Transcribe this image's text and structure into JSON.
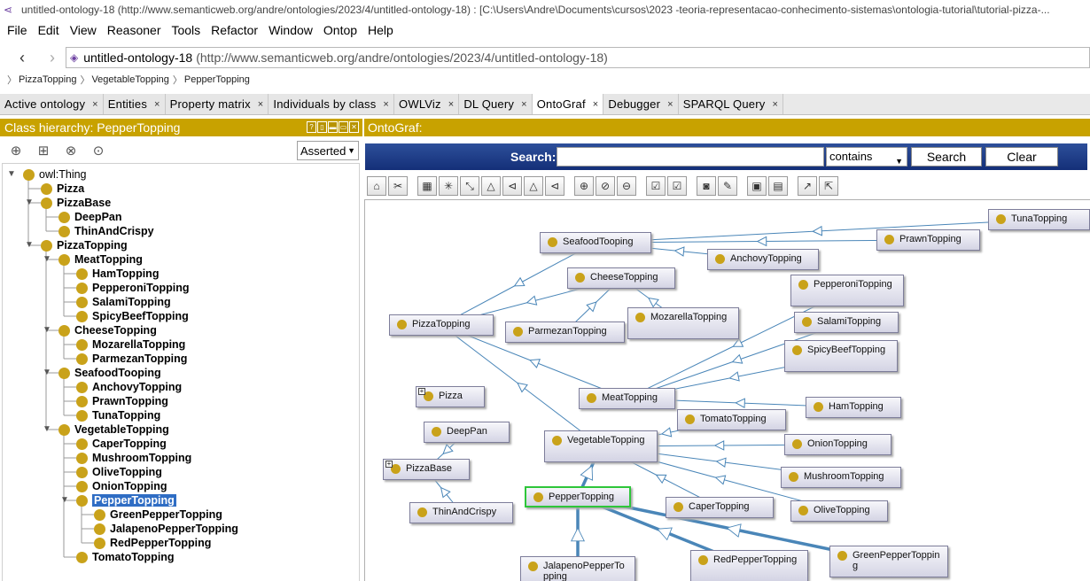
{
  "window": {
    "title": "untitled-ontology-18 (http://www.semanticweb.org/andre/ontologies/2023/4/untitled-ontology-18)  : [C:\\Users\\Andre\\Documents\\cursos\\2023 -teoria-representacao-conhecimento-sistemas\\ontologia-tutorial\\tutorial-pizza-..."
  },
  "menu": [
    "File",
    "Edit",
    "View",
    "Reasoner",
    "Tools",
    "Refactor",
    "Window",
    "Ontop",
    "Help"
  ],
  "address": {
    "name": "untitled-ontology-18",
    "uri": "(http://www.semanticweb.org/andre/ontologies/2023/4/untitled-ontology-18)"
  },
  "breadcrumbs": [
    "PizzaTopping",
    "VegetableTopping",
    "PepperTopping"
  ],
  "tabs": [
    {
      "label": "Active ontology",
      "active": false
    },
    {
      "label": "Entities",
      "active": false
    },
    {
      "label": "Property matrix",
      "active": false
    },
    {
      "label": "Individuals by class",
      "active": false
    },
    {
      "label": "OWLViz",
      "active": false
    },
    {
      "label": "DL Query",
      "active": false
    },
    {
      "label": "OntoGraf",
      "active": true
    },
    {
      "label": "Debugger",
      "active": false
    },
    {
      "label": "SPARQL Query",
      "active": false
    }
  ],
  "tab_close_glyph": "×",
  "left_panel": {
    "title": "Class hierarchy: PepperTopping",
    "view_mode": "Asserted",
    "tree": [
      {
        "label": "owl:Thing",
        "depth": 0,
        "expanded": true,
        "root": true
      },
      {
        "label": "Pizza",
        "depth": 1
      },
      {
        "label": "PizzaBase",
        "depth": 1,
        "expanded": true
      },
      {
        "label": "DeepPan",
        "depth": 2
      },
      {
        "label": "ThinAndCrispy",
        "depth": 2
      },
      {
        "label": "PizzaTopping",
        "depth": 1,
        "expanded": true
      },
      {
        "label": "MeatTopping",
        "depth": 2,
        "expanded": true
      },
      {
        "label": "HamTopping",
        "depth": 3
      },
      {
        "label": "PepperoniTopping",
        "depth": 3
      },
      {
        "label": "SalamiTopping",
        "depth": 3
      },
      {
        "label": "SpicyBeefTopping",
        "depth": 3
      },
      {
        "label": "CheeseTopping",
        "depth": 2,
        "expanded": true
      },
      {
        "label": "MozarellaTopping",
        "depth": 3
      },
      {
        "label": "ParmezanTopping",
        "depth": 3
      },
      {
        "label": "SeafoodTooping",
        "depth": 2,
        "expanded": true
      },
      {
        "label": "AnchovyTopping",
        "depth": 3
      },
      {
        "label": "PrawnTopping",
        "depth": 3
      },
      {
        "label": "TunaTopping",
        "depth": 3
      },
      {
        "label": "VegetableTopping",
        "depth": 2,
        "expanded": true
      },
      {
        "label": "CaperTopping",
        "depth": 3
      },
      {
        "label": "MushroomTopping",
        "depth": 3
      },
      {
        "label": "OliveTopping",
        "depth": 3
      },
      {
        "label": "OnionTopping",
        "depth": 3
      },
      {
        "label": "PepperTopping",
        "depth": 3,
        "expanded": true,
        "selected": true
      },
      {
        "label": "GreenPepperTopping",
        "depth": 4
      },
      {
        "label": "JalapenoPepperTopping",
        "depth": 4
      },
      {
        "label": "RedPepperTopping",
        "depth": 4
      },
      {
        "label": "TomatoTopping",
        "depth": 3
      }
    ]
  },
  "right_panel": {
    "title": "OntoGraf:",
    "search_label": "Search:",
    "search_value": "",
    "search_mode": "contains",
    "search_button": "Search",
    "clear_button": "Clear",
    "nodes": [
      {
        "id": "tuna",
        "label": "TunaTopping"
      },
      {
        "id": "seafood",
        "label": "SeafoodTooping"
      },
      {
        "id": "prawn",
        "label": "PrawnTopping"
      },
      {
        "id": "anchovy",
        "label": "AnchovyTopping"
      },
      {
        "id": "cheese",
        "label": "CheeseTopping"
      },
      {
        "id": "pepperoni",
        "label": "PepperoniTopping"
      },
      {
        "id": "pizzatopping",
        "label": "PizzaTopping"
      },
      {
        "id": "parmezan",
        "label": "ParmezanTopping"
      },
      {
        "id": "mozarella",
        "label": "MozarellaTopping"
      },
      {
        "id": "salami",
        "label": "SalamiTopping"
      },
      {
        "id": "spicybeef",
        "label": "SpicyBeefTopping"
      },
      {
        "id": "pizza",
        "label": "Pizza",
        "collapsed": true
      },
      {
        "id": "meat",
        "label": "MeatTopping"
      },
      {
        "id": "ham",
        "label": "HamTopping"
      },
      {
        "id": "tomato",
        "label": "TomatoTopping"
      },
      {
        "id": "deeppan",
        "label": "DeepPan"
      },
      {
        "id": "vegetable",
        "label": "VegetableTopping"
      },
      {
        "id": "onion",
        "label": "OnionTopping"
      },
      {
        "id": "pizzabase",
        "label": "PizzaBase",
        "collapsed": true
      },
      {
        "id": "mushroom",
        "label": "MushroomTopping"
      },
      {
        "id": "pepper",
        "label": "PepperTopping",
        "selected": true
      },
      {
        "id": "caper",
        "label": "CaperTopping"
      },
      {
        "id": "olive",
        "label": "OliveTopping"
      },
      {
        "id": "thinandcrispy",
        "label": "ThinAndCrispy"
      },
      {
        "id": "jalapeno",
        "label": "JalapenoPepperTopping"
      },
      {
        "id": "redpepper",
        "label": "RedPepperTopping"
      },
      {
        "id": "greenpepper",
        "label": "GreenPepperTopping"
      }
    ],
    "edges": [
      {
        "from": "seafood",
        "to": "pizzatopping"
      },
      {
        "from": "tuna",
        "to": "seafood"
      },
      {
        "from": "prawn",
        "to": "seafood"
      },
      {
        "from": "anchovy",
        "to": "seafood"
      },
      {
        "from": "cheese",
        "to": "pizzatopping"
      },
      {
        "from": "parmezan",
        "to": "cheese"
      },
      {
        "from": "mozarella",
        "to": "cheese"
      },
      {
        "from": "meat",
        "to": "pizzatopping"
      },
      {
        "from": "vegetable",
        "to": "pizzatopping"
      },
      {
        "from": "pepperoni",
        "to": "meat"
      },
      {
        "from": "salami",
        "to": "meat"
      },
      {
        "from": "spicybeef",
        "to": "meat"
      },
      {
        "from": "ham",
        "to": "meat"
      },
      {
        "from": "tomato",
        "to": "vegetable"
      },
      {
        "from": "onion",
        "to": "vegetable"
      },
      {
        "from": "mushroom",
        "to": "vegetable"
      },
      {
        "from": "caper",
        "to": "vegetable"
      },
      {
        "from": "olive",
        "to": "vegetable"
      },
      {
        "from": "pepper",
        "to": "vegetable",
        "bold": true
      },
      {
        "from": "deeppan",
        "to": "pizzabase"
      },
      {
        "from": "thinandcrispy",
        "to": "pizzabase"
      },
      {
        "from": "jalapeno",
        "to": "pepper",
        "bold": true
      },
      {
        "from": "redpepper",
        "to": "pepper",
        "bold": true
      },
      {
        "from": "greenpepper",
        "to": "pepper",
        "bold": true
      }
    ]
  },
  "icons": {
    "left_toolbar": [
      "add-subclass-icon",
      "add-sibling-icon",
      "delete-class-icon",
      "target-icon"
    ],
    "graf_toolbar": [
      "home-icon",
      "clear-graph-icon",
      "grid-layout-icon",
      "radial-layout-icon",
      "spring-layout-icon",
      "tree-layout-down-icon",
      "tree-layout-left-icon",
      "vertical-tree-icon",
      "horizontal-tree-icon",
      "zoom-in-icon",
      "zoom-reset-icon",
      "zoom-out-icon",
      "filter-nodes-icon",
      "filter-arcs-icon",
      "snapshot-icon",
      "edit-icon",
      "save-icon",
      "open-icon",
      "export-icon",
      "export-image-icon"
    ]
  },
  "colors": {
    "header_gold": "#c8a200",
    "class_dot": "#c9a21a",
    "selection_blue": "#2f6dc4",
    "edge_blue": "#4a86b8",
    "selected_node_border": "#2ec63a"
  }
}
